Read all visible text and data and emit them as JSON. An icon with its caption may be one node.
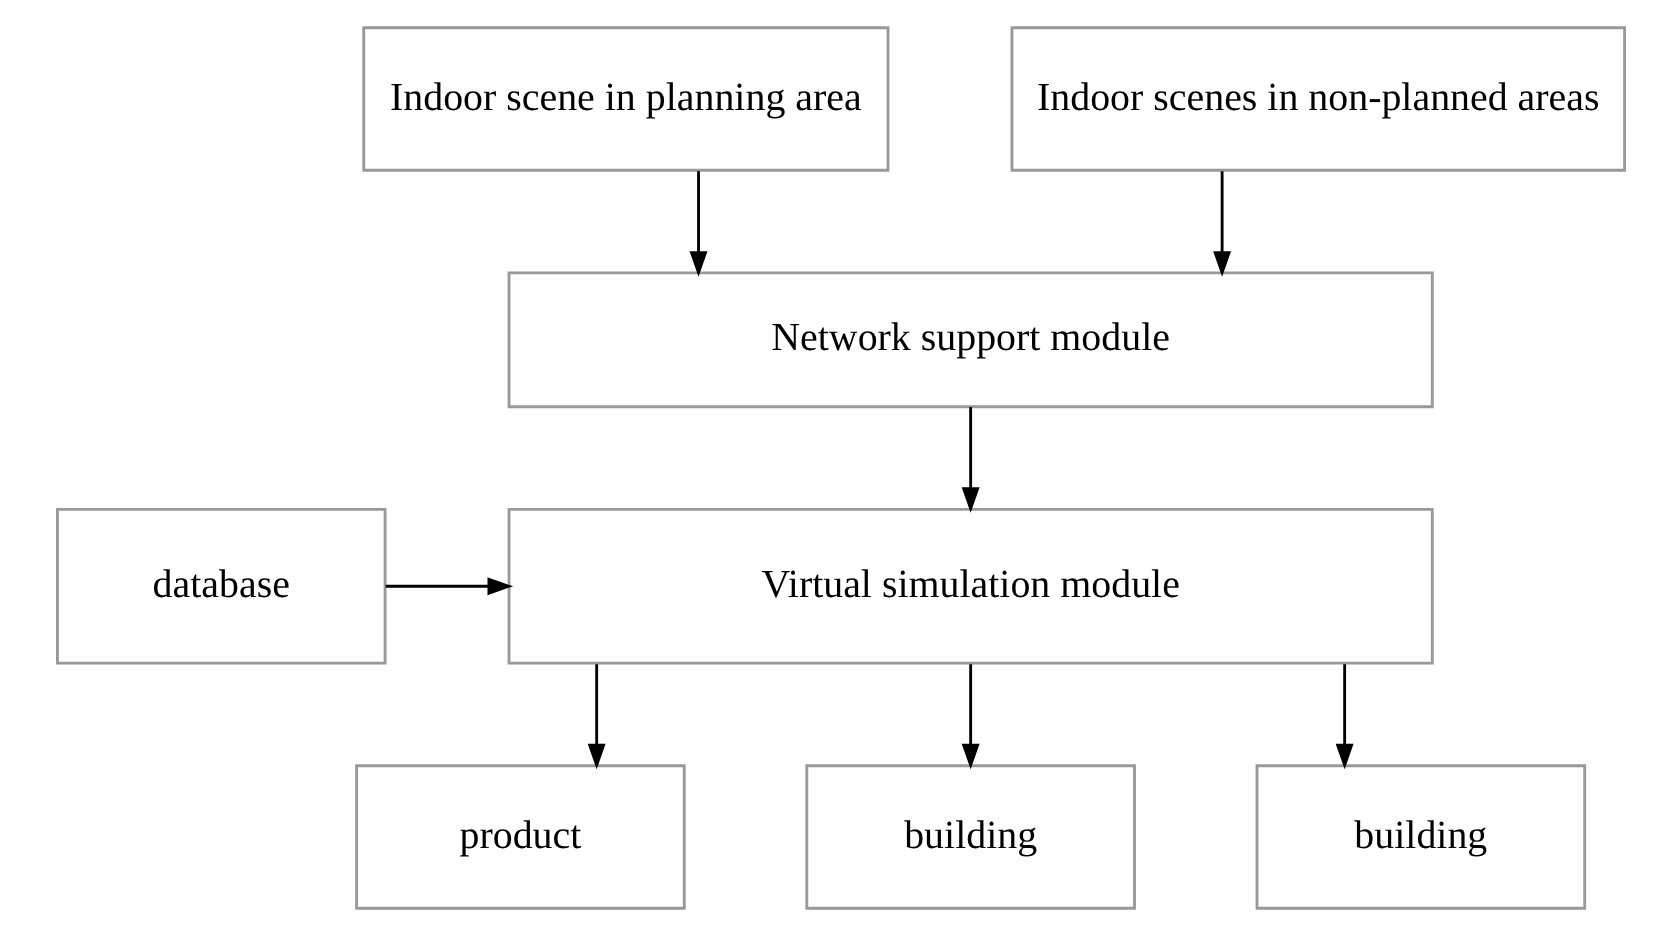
{
  "diagram": {
    "nodes": [
      {
        "text": [
          "Indoor scene in planning area"
        ]
      },
      {
        "text": [
          "Indoor scenes in non-planned areas"
        ]
      },
      {
        "text": [
          "Network support module"
        ]
      },
      {
        "text": [
          "Virtual simulation module"
        ]
      },
      {
        "text": [
          "database"
        ]
      },
      {
        "text": [
          "product"
        ]
      },
      {
        "text": [
          "building"
        ]
      },
      {
        "text": [
          "building"
        ]
      }
    ],
    "edges": [
      {
        "from": 0,
        "to": 2,
        "arrow": "to"
      },
      {
        "from": 1,
        "to": 2,
        "arrow": "to"
      },
      {
        "from": 2,
        "to": 3,
        "arrow": "to"
      },
      {
        "from": 4,
        "to": 3,
        "arrow": "to"
      },
      {
        "from": 3,
        "to": 5,
        "arrow": "to"
      },
      {
        "from": 3,
        "to": 6,
        "arrow": "to"
      },
      {
        "from": 3,
        "to": 7,
        "arrow": "to"
      }
    ]
  }
}
